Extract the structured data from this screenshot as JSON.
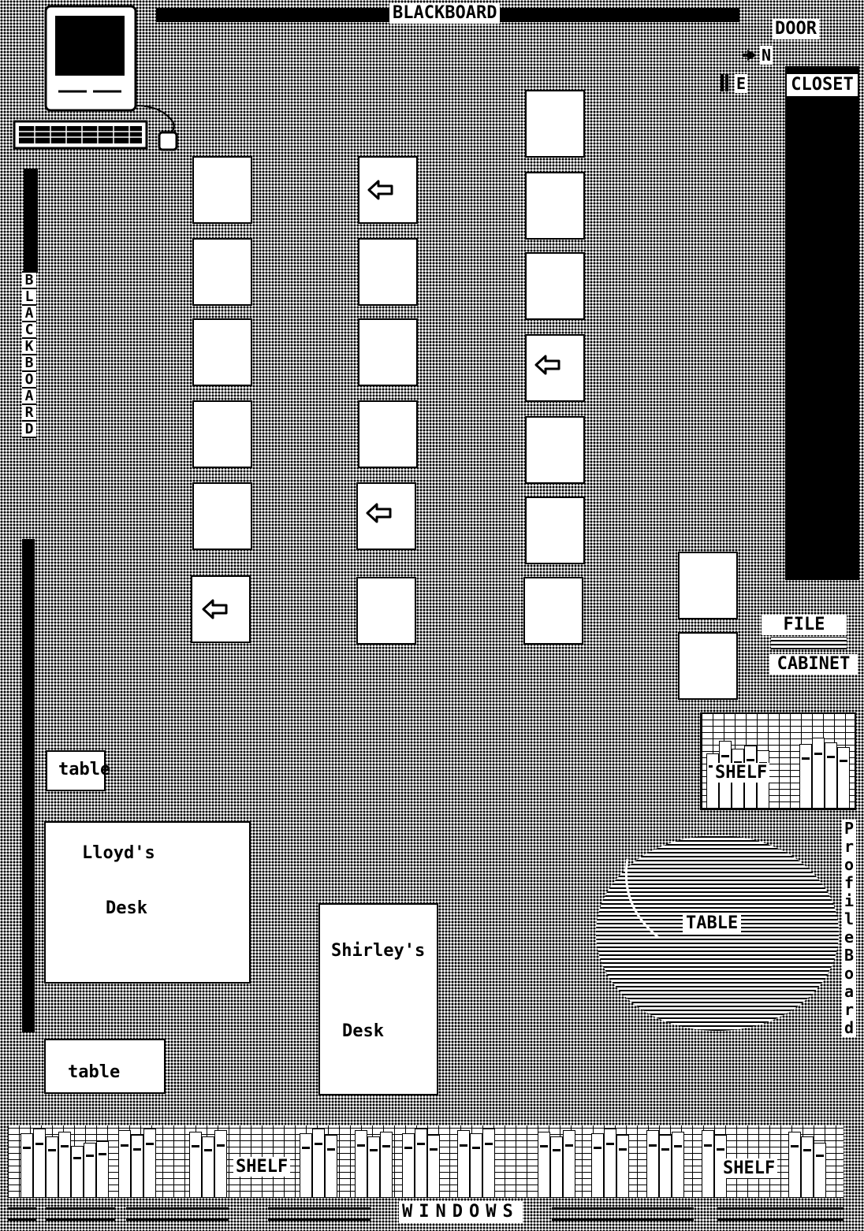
{
  "room": {
    "blackboard_top": "BLACKBOARD",
    "blackboard_left_letters": [
      "B",
      "L",
      "A",
      "C",
      "K",
      "B",
      "O",
      "A",
      "R",
      "D"
    ],
    "door": "DOOR",
    "compass_n": "N",
    "compass_e": "E",
    "closet": "CLOSET",
    "file_cabinet_line1": "FILE",
    "file_cabinet_line2": "CABINET",
    "shelf_right": "SHELF",
    "table_round": "TABLE",
    "profile_board_letters": [
      "P",
      "r",
      "o",
      "f",
      "i",
      "l",
      "e",
      "B",
      "o",
      "a",
      "r",
      "d"
    ],
    "table_small_1": "table",
    "table_small_2": "table",
    "lloyd_desk_line1": "Lloyd's",
    "lloyd_desk_line2": "Desk",
    "shirley_desk_line1": "Shirley's",
    "shirley_desk_line2": "Desk",
    "shelf_bottom_1": "SHELF",
    "shelf_bottom_2": "SHELF",
    "windows": "WINDOWS"
  },
  "seats": {
    "column_1_arrow_rows": [
      6
    ],
    "column_2_arrow_rows": [
      1,
      5
    ],
    "column_3_arrow_rows": [
      4
    ],
    "arrow_icon": "left-arrow-icon"
  }
}
